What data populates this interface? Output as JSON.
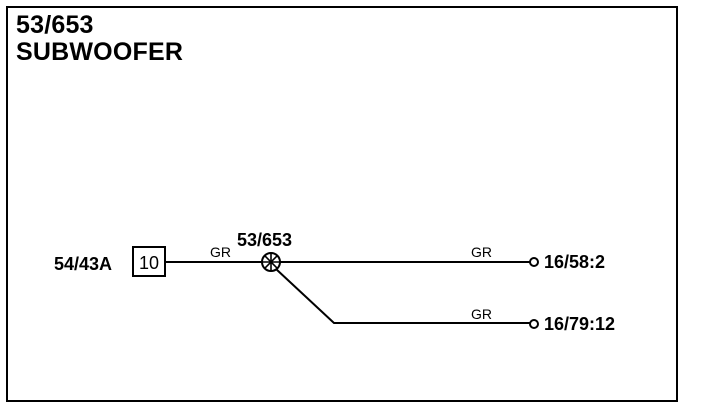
{
  "title": {
    "line1": "53/653",
    "line2": "SUBWOOFER"
  },
  "diagram": {
    "source_connector": "54/43A",
    "source_pin": "10",
    "splice_label": "53/653",
    "wires": [
      {
        "id": "w1",
        "color_code": "GR"
      },
      {
        "id": "w2",
        "color_code": "GR"
      },
      {
        "id": "w3",
        "color_code": "GR"
      }
    ],
    "terminals": [
      {
        "id": "t1",
        "label": "16/58:2"
      },
      {
        "id": "t2",
        "label": "16/79:12"
      }
    ]
  }
}
